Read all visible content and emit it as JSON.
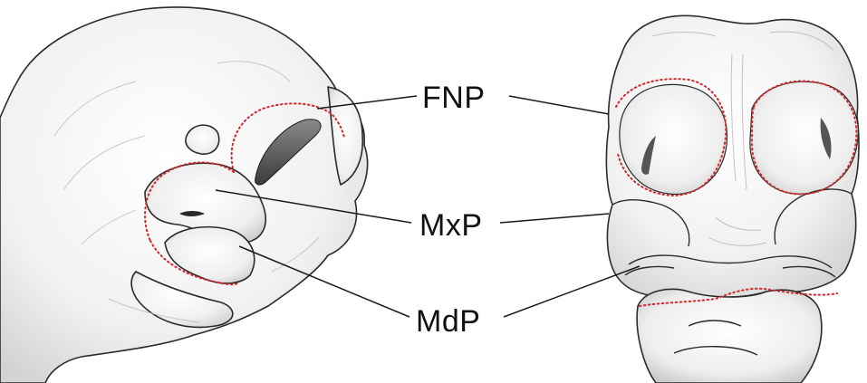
{
  "labels": {
    "fnp": "FNP",
    "mxp": "MxP",
    "mdp": "MdP"
  },
  "colors": {
    "outline": "#2b2b2b",
    "shading": "#bdbdbd",
    "region_boundary": "#d8262b",
    "leader_line": "#1a1a1a"
  }
}
